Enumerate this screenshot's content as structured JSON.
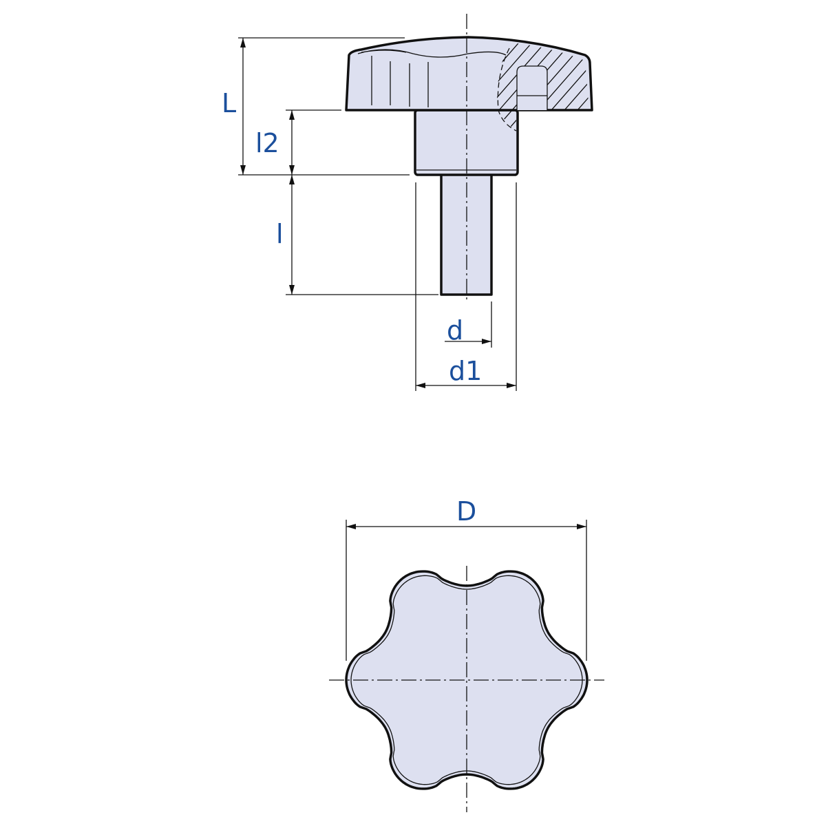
{
  "labels": {
    "L": "L",
    "l2": "l2",
    "l": "l",
    "d": "d",
    "d1": "d1",
    "D": "D"
  },
  "colors": {
    "label": "#1b4f9c",
    "fill": "#dde0f0",
    "line": "#111111"
  }
}
